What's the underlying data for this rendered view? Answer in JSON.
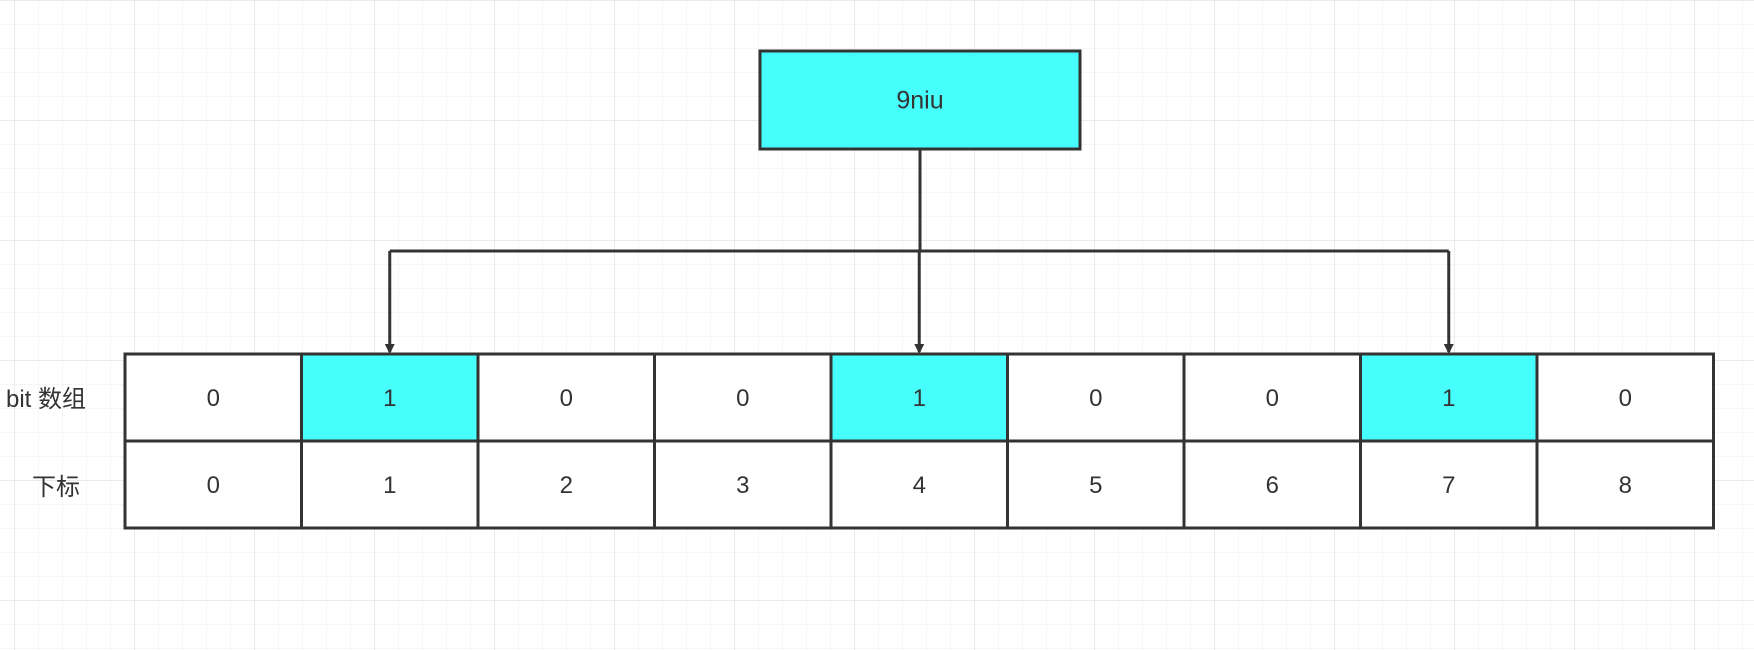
{
  "hash_node": {
    "label": "9niu"
  },
  "row_labels": {
    "bits": "bit 数组",
    "index": "下标"
  },
  "bits": [
    "0",
    "1",
    "0",
    "0",
    "1",
    "0",
    "0",
    "1",
    "0"
  ],
  "indices": [
    "0",
    "1",
    "2",
    "3",
    "4",
    "5",
    "6",
    "7",
    "8"
  ],
  "highlighted_indices": [
    1,
    4,
    7
  ],
  "colors": {
    "highlight": "#46fffd",
    "stroke": "#333333",
    "cell_bg": "#ffffff"
  }
}
